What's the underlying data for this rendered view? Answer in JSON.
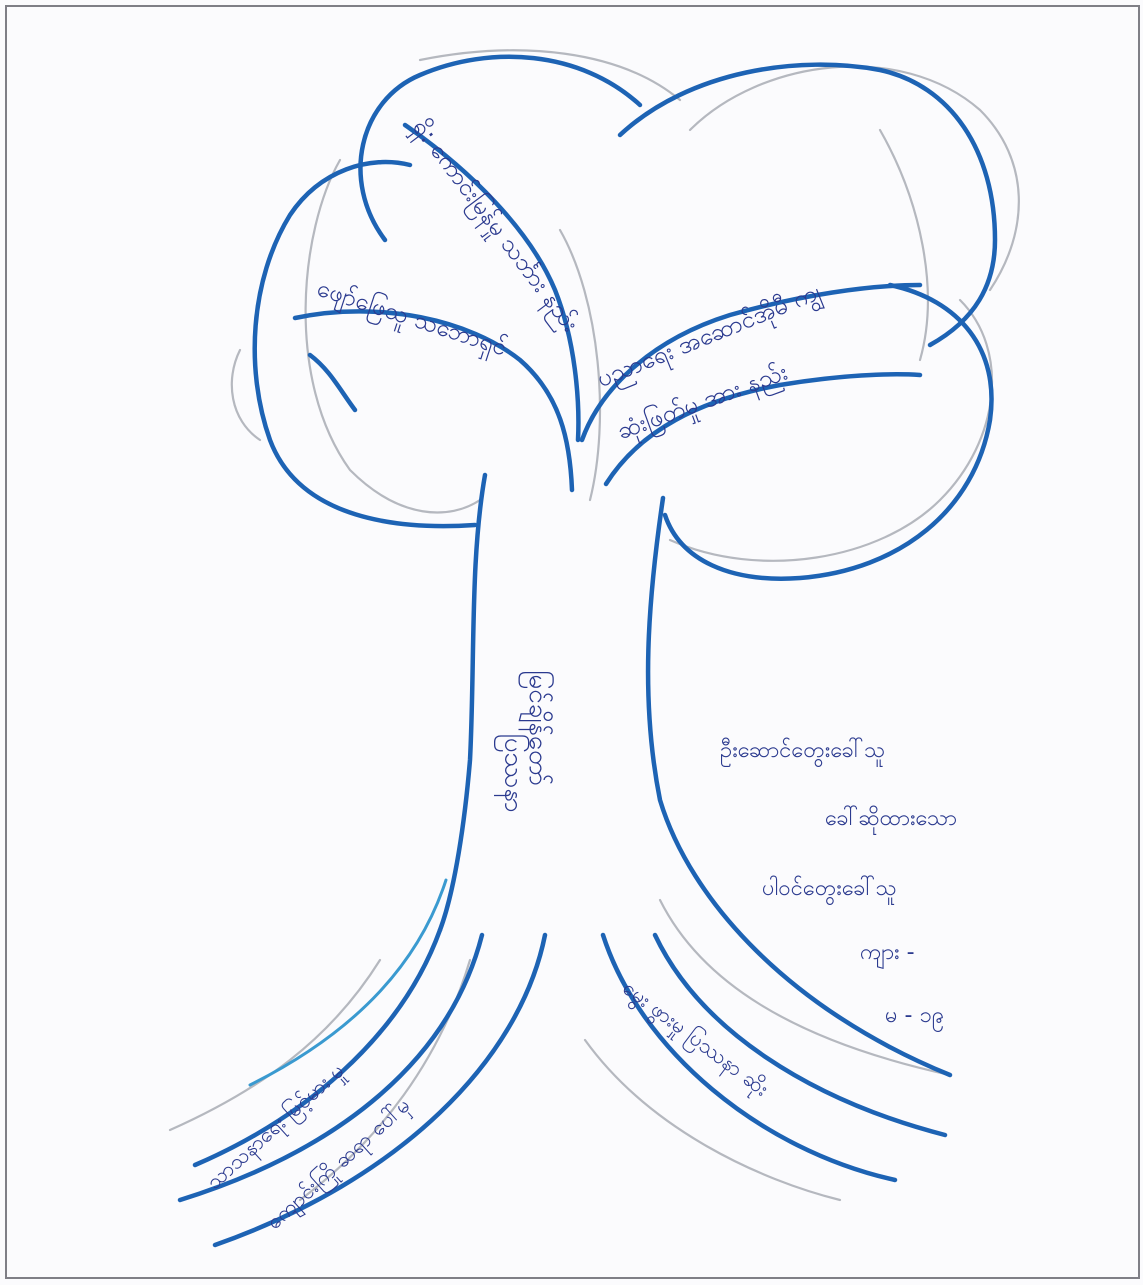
{
  "branches": {
    "top_left": "ရှိ: ကောင်းမြန်မှု သင်္ဘား နည်း",
    "left": "ဖျော်ဖြေသူ သဘောရှင်",
    "right_upper": "ပညာရေး အဆောင်အိုမီ ကျွ",
    "right_lower": "ဆုံးဖြတ်မှု အား နည်း"
  },
  "trunk": {
    "line1": "မြင်ချိန်တော်",
    "line2": "ပြဿနာ"
  },
  "roots": {
    "left_outer": "သာသနာရေး မြင့်မား မှု",
    "left_inner": "ကျောင်းကြို ဆရာ ပေါ်မှ",
    "right": "မွေး ဖွားမှု ပြဿနာ ဆိုး"
  },
  "notes": {
    "line1": "ဦးဆောင်တွေးခေါ်သူ",
    "line2": "ခေါ်ဆိုထားသော",
    "line3": "ပါဝင်တွေးခေါ်သူ",
    "line4": "ကျား -",
    "line5": "မ - ၁၉"
  }
}
